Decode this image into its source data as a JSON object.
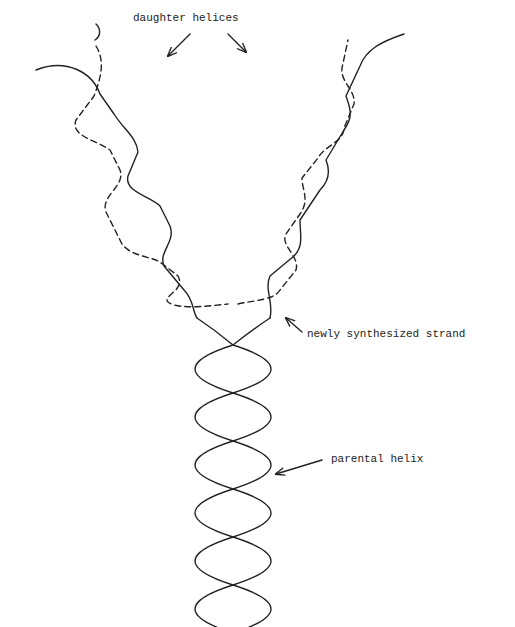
{
  "diagram": {
    "labels": [
      "daughter helices",
      "newly synthesized strand",
      "parental helix"
    ]
  }
}
